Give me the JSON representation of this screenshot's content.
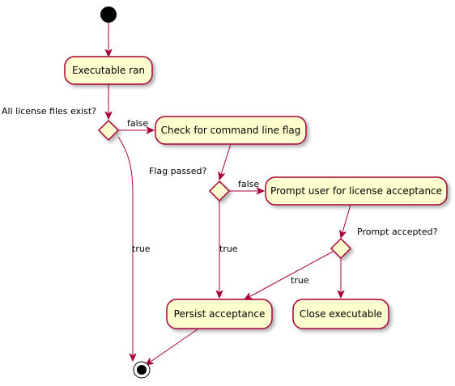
{
  "colors": {
    "node_fill": "#FEFECE",
    "node_stroke": "#A80036",
    "edge": "#A80036",
    "start_end": "#000000"
  },
  "nodes": {
    "executable_ran": "Executable ran",
    "check_flag": "Check for command line flag",
    "prompt_user": "Prompt user for license acceptance",
    "persist": "Persist acceptance",
    "close_exe": "Close executable"
  },
  "decisions": {
    "license_files": "All license files exist?",
    "flag_passed": "Flag passed?",
    "prompt_accepted": "Prompt accepted?"
  },
  "edge_labels": {
    "false_1": "false",
    "true_1": "true",
    "false_2": "false",
    "true_2": "true",
    "true_3": "true"
  }
}
